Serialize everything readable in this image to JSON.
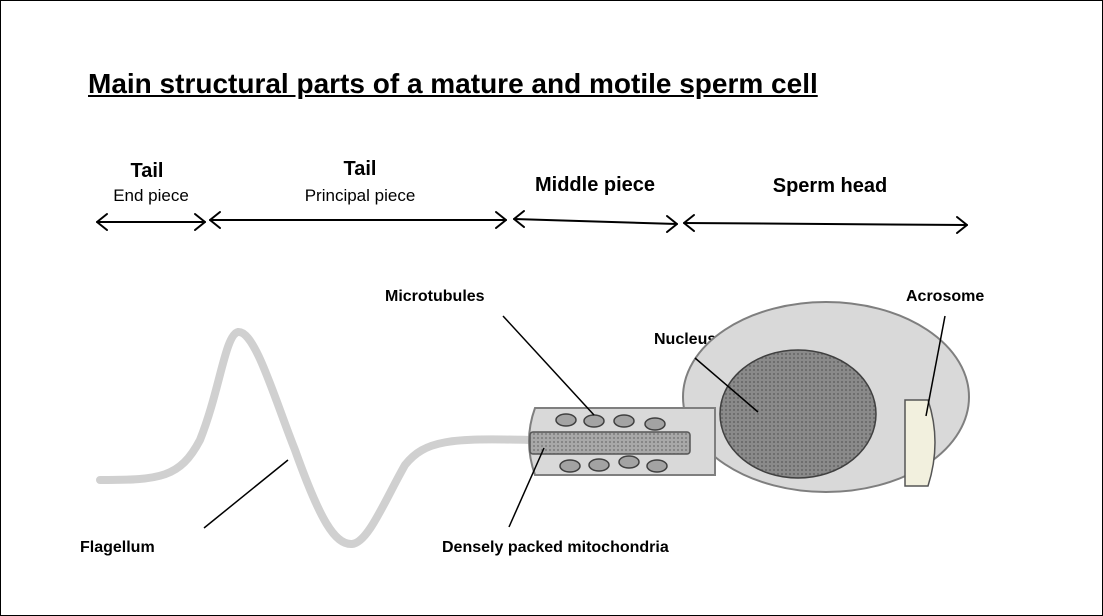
{
  "title": "Main structural parts of a mature and motile sperm cell",
  "sections": [
    {
      "name": "Tail",
      "sub": "End piece"
    },
    {
      "name": "Tail",
      "sub": "Principal piece"
    },
    {
      "name": "Middle piece",
      "sub": ""
    },
    {
      "name": "Sperm head",
      "sub": ""
    }
  ],
  "labels": {
    "microtubules": "Microtubules",
    "nucleus": "Nucleus",
    "acrosome": "Acrosome",
    "flagellum": "Flagellum",
    "mitochondria": "Densely packed mitochondria"
  },
  "colors": {
    "flagellum": "#d0d0d0",
    "cell_fill": "#d9d9d9",
    "nucleus_fill": "#7f7f7f",
    "acrosome_fill": "#f2f0de",
    "mito_oval": "#9a9a9a"
  }
}
